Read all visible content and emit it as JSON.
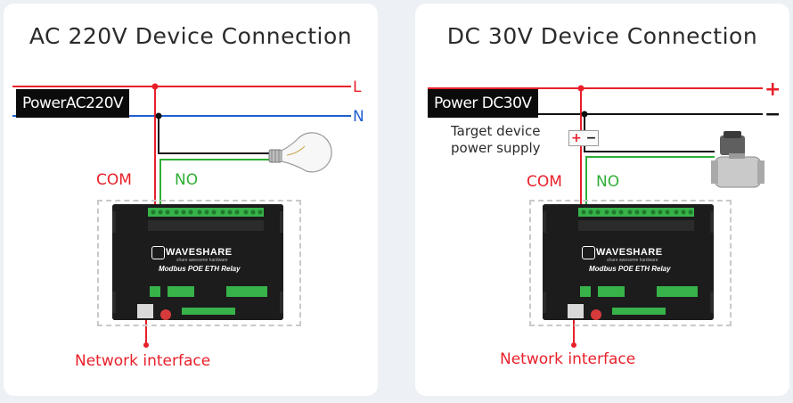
{
  "ac_panel": {
    "title": "AC 220V Device Connection",
    "power_label": "PowerAC220V",
    "line_l": "L",
    "line_n": "N",
    "com_label": "COM",
    "no_label": "NO",
    "network_label": "Network interface"
  },
  "dc_panel": {
    "title": "DC 30V Device Connection",
    "power_label": "Power DC30V",
    "line_plus": "+",
    "line_minus": "−",
    "supply_label_1": "Target device",
    "supply_label_2": "power supply",
    "box_plus": "+",
    "box_minus": "−",
    "com_label": "COM",
    "no_label": "NO",
    "network_label": "Network interface"
  },
  "relay": {
    "brand": "WAVESHARE",
    "tagline": "share awesome hardware",
    "model": "Modbus POE ETH Relay"
  },
  "colors": {
    "live_red": "#e8202a",
    "neutral_blue": "#1f5fcf",
    "no_green": "#2fae36",
    "black_wire": "#111111",
    "relay_body": "#1c1c1c",
    "terminal_green": "#37b34a"
  }
}
